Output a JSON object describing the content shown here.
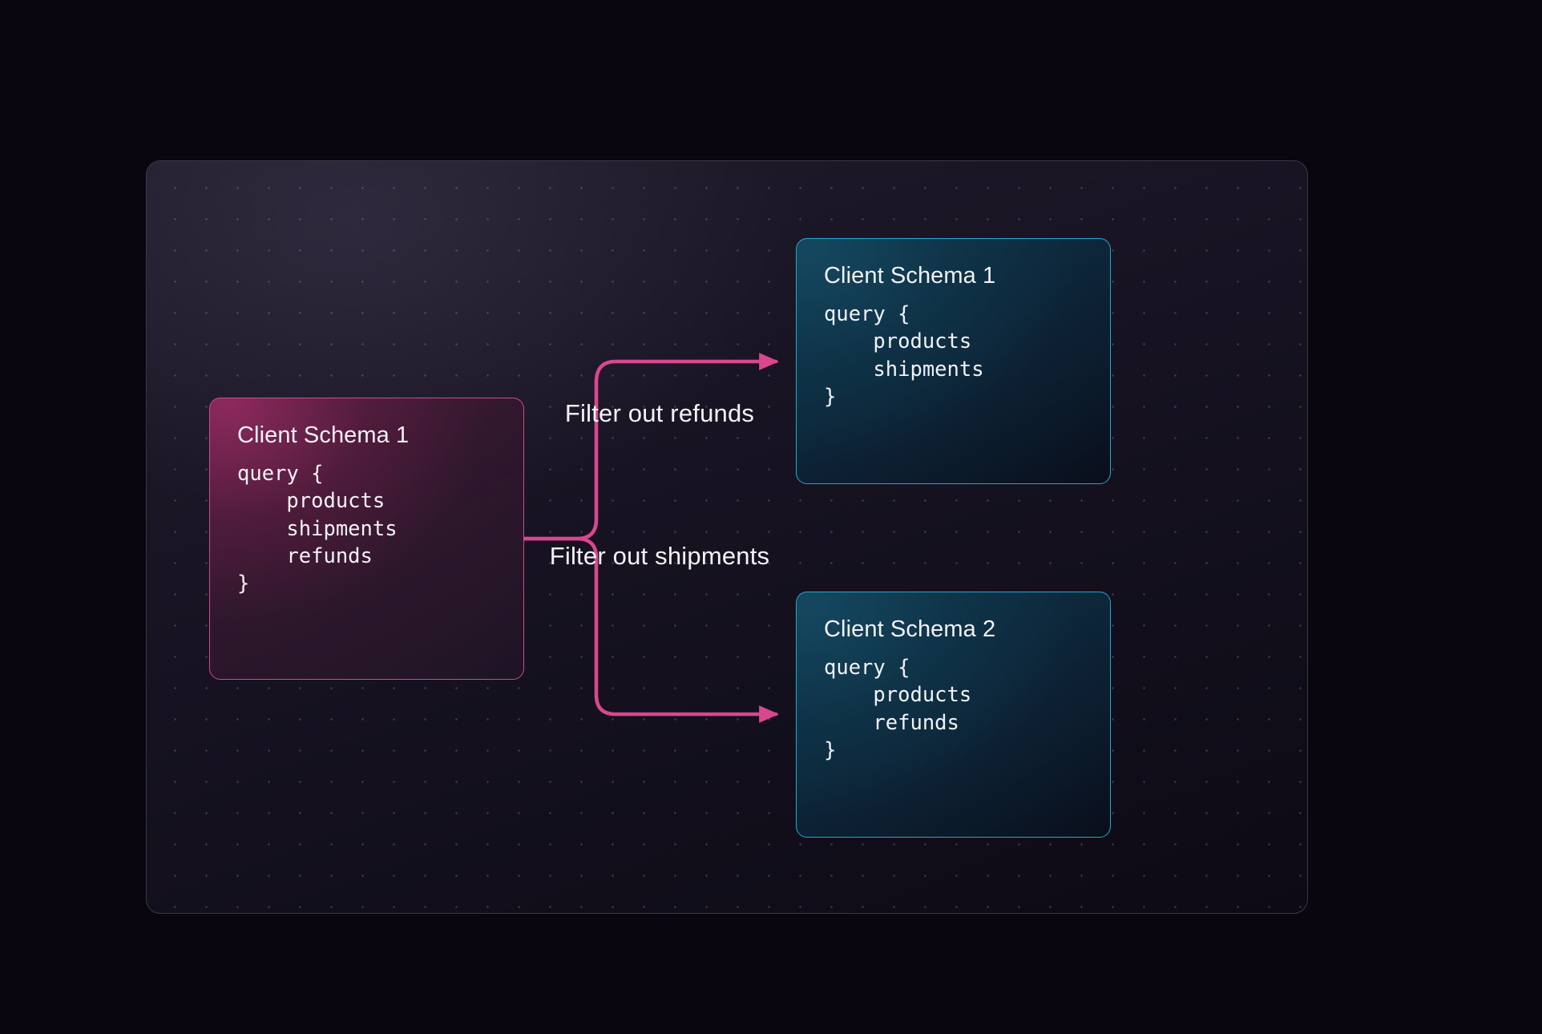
{
  "diagram": {
    "title": "Schema filtering diagram",
    "colors": {
      "page_background": "#0a0610",
      "panel_background": "#171322",
      "panel_border": "#3b3844",
      "source_accent": "#cf4a90",
      "result_accent": "#1fa8cf",
      "connector": "#d9478f",
      "text": "#f2f0f5"
    }
  },
  "source_card": {
    "title": "Client Schema 1",
    "code": "query {\n    products\n    shipments\n    refunds\n}",
    "code_lines": [
      "query {",
      "    products",
      "    shipments",
      "    refunds",
      "}"
    ],
    "accent": "#cf4a90"
  },
  "result_cards": [
    {
      "title": "Client Schema 1",
      "code": "query {\n    products\n    shipments\n}",
      "code_lines": [
        "query {",
        "    products",
        "    shipments",
        "}"
      ],
      "accent": "#1fa8cf"
    },
    {
      "title": "Client Schema 2",
      "code": "query {\n    products\n    refunds\n}",
      "code_lines": [
        "query {",
        "    products",
        "    refunds",
        "}"
      ],
      "accent": "#1fa8cf"
    }
  ],
  "edges": [
    {
      "label": "Filter out refunds",
      "from": "source_card",
      "to": "result_cards.0"
    },
    {
      "label": "Filter out shipments",
      "from": "source_card",
      "to": "result_cards.1"
    }
  ]
}
